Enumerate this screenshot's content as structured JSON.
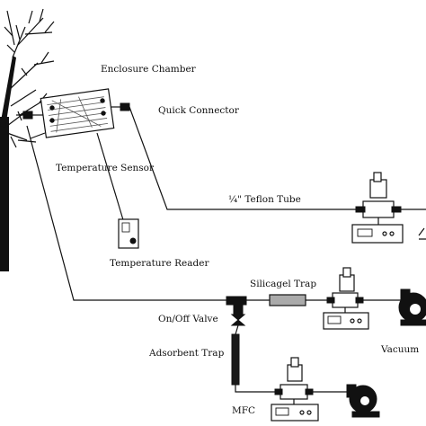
{
  "labels": {
    "enclosure_chamber": "Enclosure Chamber",
    "quick_connector": "Quick Connector",
    "temperature_sensor": "Temperature Sensor",
    "teflon_tube": "¼\" Teflon Tube",
    "temperature_reader": "Temperature Reader",
    "silicagel_trap": "Silicagel Trap",
    "onoff_valve": "On/Off Valve",
    "adsorbent_trap": "Adsorbent Trap",
    "vacuum": "Vacuum",
    "mfc": "MFC"
  },
  "icons": {
    "tree": "tree-branch-icon",
    "chamber": "enclosure-chamber-icon",
    "reader": "temperature-reader-icon",
    "mfc_unit": "mass-flow-controller-icon",
    "pump": "vacuum-pump-icon",
    "valve": "valve-icon"
  }
}
